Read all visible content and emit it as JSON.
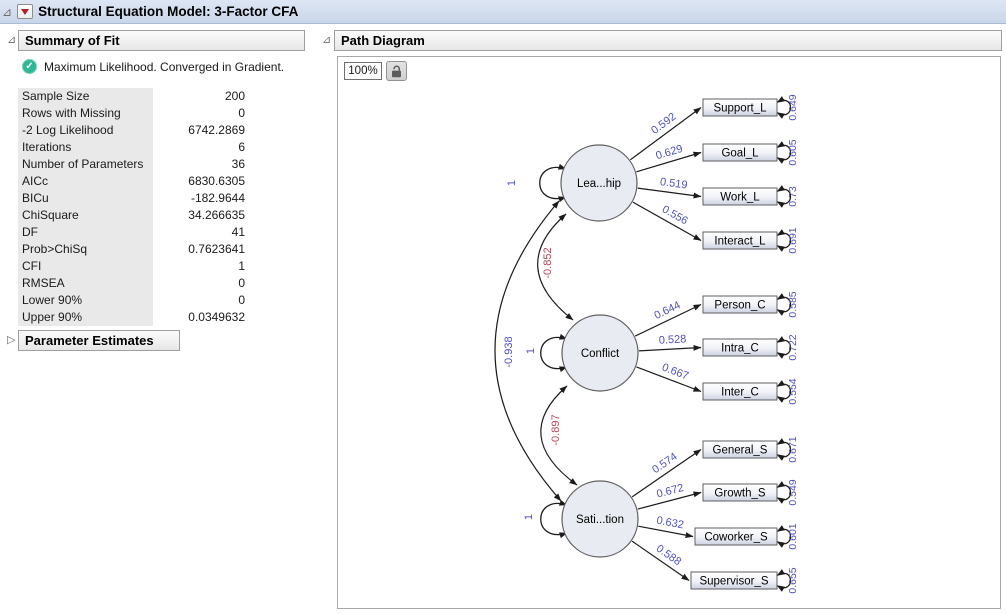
{
  "icons": {
    "disclosure_open": "⊿",
    "disclosure_collapsed": "▷",
    "check": "✓"
  },
  "window": {
    "title": "Structural Equation Model: 3-Factor CFA"
  },
  "summary_of_fit": {
    "title": "Summary of Fit",
    "status_message": "Maximum Likelihood. Converged in Gradient.",
    "fit_rows": [
      {
        "label": "Sample Size",
        "value": "200"
      },
      {
        "label": "Rows with Missing",
        "value": "0"
      },
      {
        "label": "-2 Log Likelihood",
        "value": "6742.2869"
      },
      {
        "label": "Iterations",
        "value": "6"
      },
      {
        "label": "Number of Parameters",
        "value": "36"
      },
      {
        "label": "AICc",
        "value": "6830.6305"
      },
      {
        "label": "BICu",
        "value": "-182.9644"
      },
      {
        "label": "ChiSquare",
        "value": "34.266635"
      },
      {
        "label": "DF",
        "value": "41"
      },
      {
        "label": "Prob>ChiSq",
        "value": "0.7623641"
      },
      {
        "label": "CFI",
        "value": "1"
      },
      {
        "label": "RMSEA",
        "value": "0"
      },
      {
        "label": "Lower 90%",
        "value": "0"
      },
      {
        "label": "Upper 90%",
        "value": "0.0349632"
      }
    ]
  },
  "parameter_estimates": {
    "title": "Parameter Estimates"
  },
  "path_diagram": {
    "title": "Path Diagram",
    "zoom_value": "100%",
    "colors": {
      "loading_label": "#4f51c0",
      "negative_label": "#b5495b",
      "node_fill": "#e9ebf2",
      "node_border": "#5f5f5f",
      "edge": "#1c1c1c"
    },
    "factors": [
      {
        "label": "Lea...hip",
        "variance_label": "1",
        "indicators": [
          {
            "label": "Support_L",
            "loading": "0.592",
            "error_variance": "0.649"
          },
          {
            "label": "Goal_L",
            "loading": "0.629",
            "error_variance": "0.605"
          },
          {
            "label": "Work_L",
            "loading": "0.519",
            "error_variance": "0.73"
          },
          {
            "label": "Interact_L",
            "loading": "0.556",
            "error_variance": "0.691"
          }
        ]
      },
      {
        "label": "Conflict",
        "variance_label": "1",
        "indicators": [
          {
            "label": "Person_C",
            "loading": "0.644",
            "error_variance": "0.585"
          },
          {
            "label": "Intra_C",
            "loading": "0.528",
            "error_variance": "0.722"
          },
          {
            "label": "Inter_C",
            "loading": "0.667",
            "error_variance": "0.554"
          }
        ]
      },
      {
        "label": "Sati...tion",
        "variance_label": "1",
        "indicators": [
          {
            "label": "General_S",
            "loading": "0.574",
            "error_variance": "0.671"
          },
          {
            "label": "Growth_S",
            "loading": "0.672",
            "error_variance": "0.549"
          },
          {
            "label": "Coworker_S",
            "loading": "0.632",
            "error_variance": "0.601"
          },
          {
            "label": "Supervisor_S",
            "loading": "0.588",
            "error_variance": "0.655"
          }
        ]
      }
    ],
    "covariances": [
      {
        "between": [
          "Lea...hip",
          "Conflict"
        ],
        "value": "-0.852",
        "label_color": "#b5495b"
      },
      {
        "between": [
          "Lea...hip",
          "Sati...tion"
        ],
        "value": "-0.938",
        "label_color": "#4f51c0"
      },
      {
        "between": [
          "Conflict",
          "Sati...tion"
        ],
        "value": "-0.897",
        "label_color": "#b5495b"
      }
    ]
  }
}
